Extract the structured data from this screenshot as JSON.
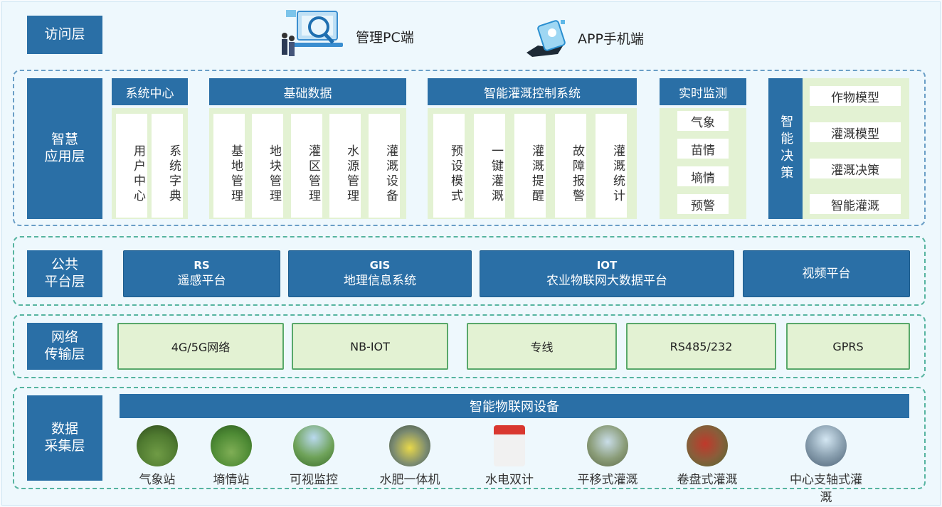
{
  "access_layer": {
    "label": "访问层",
    "pc": "管理PC端",
    "app": "APP手机端"
  },
  "app_layer": {
    "label": "智慧\n应用层",
    "system_center": {
      "title": "系统中心",
      "items": [
        "用户中心",
        "系统字典"
      ]
    },
    "base_data": {
      "title": "基础数据",
      "items": [
        "基地管理",
        "地块管理",
        "灌区管理",
        "水源管理",
        "灌溉设备"
      ]
    },
    "irrigation_control": {
      "title": "智能灌溉控制系统",
      "items": [
        "预设模式",
        "一键灌溉",
        "灌溉提醒",
        "故障报警",
        "灌溉统计"
      ]
    },
    "monitoring": {
      "title": "实时监测",
      "items": [
        "气象",
        "苗情",
        "墒情",
        "预警"
      ]
    },
    "decision": {
      "title": "智能决策",
      "items": [
        "作物模型",
        "灌溉模型",
        "灌溉决策",
        "智能灌溉"
      ]
    }
  },
  "platform_layer": {
    "label": "公共\n平台层",
    "items": [
      {
        "code": "RS",
        "name": "遥感平台"
      },
      {
        "code": "GIS",
        "name": "地理信息系统"
      },
      {
        "code": "IOT",
        "name": "农业物联网大数据平台"
      },
      {
        "code": "",
        "name": "视频平台"
      }
    ]
  },
  "network_layer": {
    "label": "网络\n传输层",
    "items": [
      "4G/5G网络",
      "NB-IOT",
      "专线",
      "RS485/232",
      "GPRS"
    ]
  },
  "data_layer": {
    "label": "数据\n采集层",
    "title": "智能物联网设备",
    "devices": [
      "气象站",
      "墒情站",
      "可视监控",
      "水肥一体机",
      "水电双计",
      "平移式灌溉",
      "卷盘式灌溉",
      "中心支轴式灌溉"
    ]
  }
}
